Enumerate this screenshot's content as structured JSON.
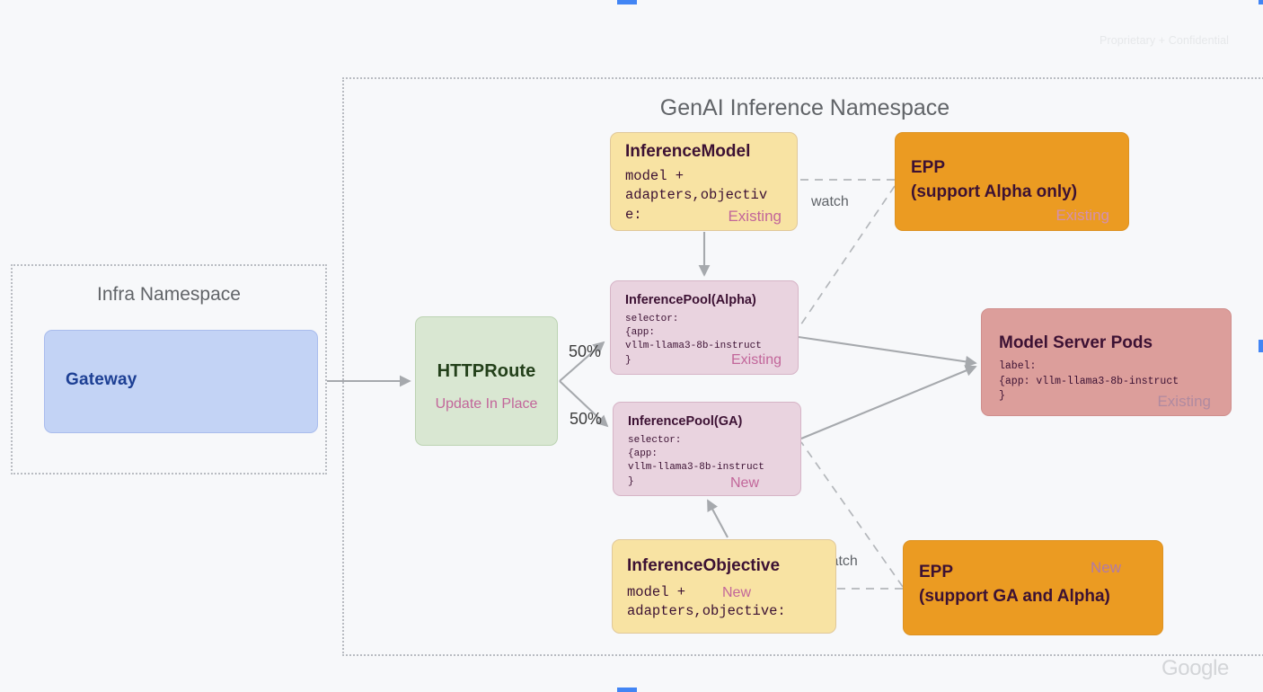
{
  "slide": {
    "confidential_watermark": "Proprietary + Confidential",
    "brand_watermark": "Google"
  },
  "namespaces": [
    {
      "id": "infra",
      "title": "Infra Namespace"
    },
    {
      "id": "genai",
      "title": "GenAI Inference Namespace"
    }
  ],
  "nodes": {
    "gateway": {
      "title": "Gateway",
      "color": "#c3d3f5"
    },
    "httproute": {
      "title": "HTTPRoute",
      "subtitle": "Update In Place",
      "color": "#d9e7d2"
    },
    "inference_model": {
      "title": "InferenceModel",
      "body": "model +\nadapters,objectiv\ne:",
      "badge": "Existing",
      "color": "#f8e3a3"
    },
    "inference_pool_alpha": {
      "title": "InferencePool(Alpha)",
      "body": "selector:\n{app:\nvllm-llama3-8b-instruct\n}",
      "badge": "Existing",
      "color": "#e9d3df"
    },
    "inference_pool_ga": {
      "title": "InferencePool(GA)",
      "body": "selector:\n{app:\nvllm-llama3-8b-instruct\n}",
      "badge": "New",
      "color": "#e9d3df"
    },
    "inference_objective": {
      "title": "InferenceObjective",
      "body": "model +\nadapters,objective:",
      "badge": "New",
      "color": "#f8e3a3"
    },
    "epp_alpha": {
      "title": "EPP\n(support Alpha only)",
      "badge": "Existing",
      "color": "#eb9b22"
    },
    "epp_ga": {
      "title": "EPP\n(support GA and Alpha)",
      "badge": "New",
      "color": "#eb9b22"
    },
    "model_server_pods": {
      "title": "Model Server Pods",
      "body": "label:\n{app: vllm-llama3-8b-instruct\n}",
      "badge": "Existing",
      "color": "#dc9e9b"
    }
  },
  "edges": {
    "split_top_label": "50%",
    "split_bottom_label": "50%",
    "watch_top_label": "watch",
    "watch_bottom_label": "watch"
  }
}
